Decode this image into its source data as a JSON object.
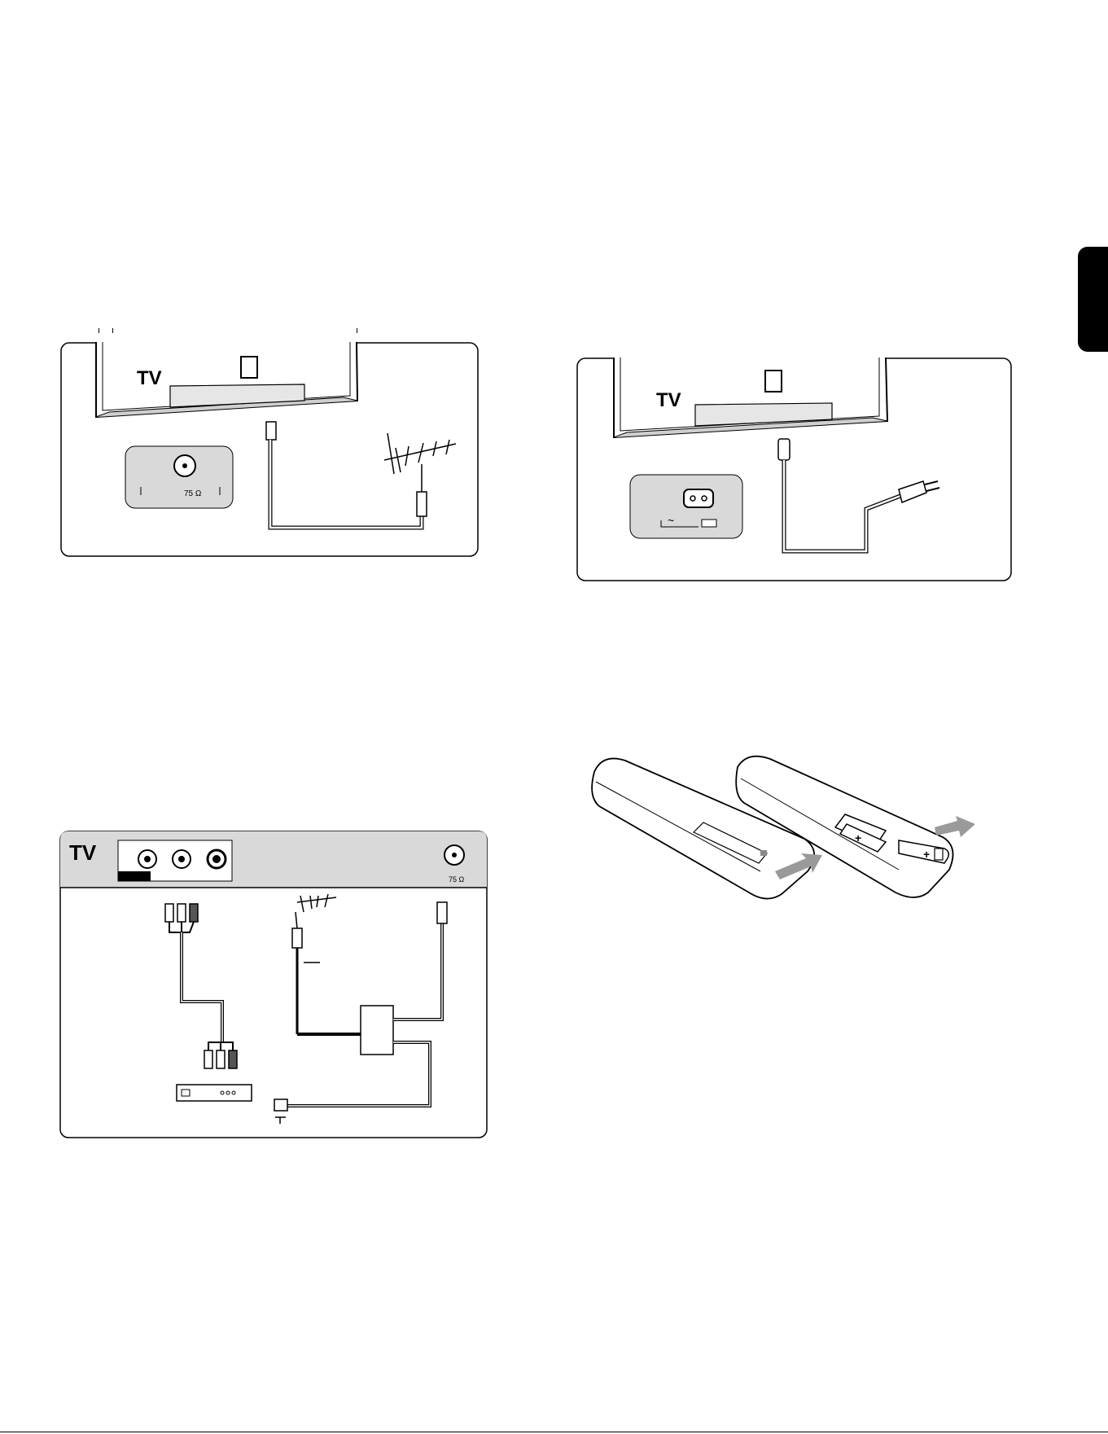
{
  "page": {
    "side_tab": ""
  },
  "figure_antenna": {
    "tv_label": "TV",
    "socket_label": "75 Ω"
  },
  "figure_mains": {
    "tv_label": "TV",
    "socket_label": "~"
  },
  "figure_vcr": {
    "tv_label": "TV",
    "socket_label": "75 Ω"
  },
  "figure_remote": {
    "plus_1": "+",
    "plus_2": "+"
  },
  "colors": {
    "panel_bg": "#ffffff",
    "panel_gray": "#d9d9d9",
    "stroke": "#000000",
    "arrow_gray": "#9a9a9a"
  }
}
